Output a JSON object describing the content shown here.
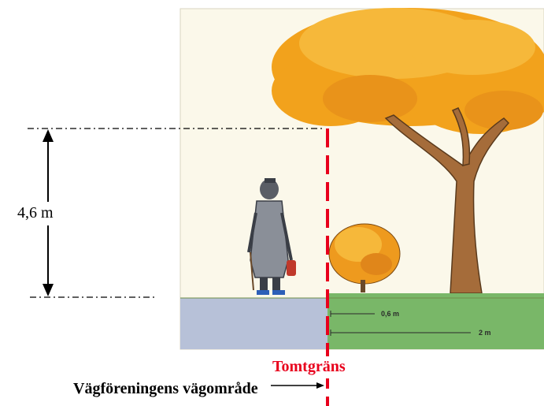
{
  "labels": {
    "height": "4,6 m",
    "boundary": "Tomtgräns",
    "road_area": "Vägföreningens vägområde"
  },
  "illustration": {
    "measure_near": "0,6 m",
    "measure_far": "2 m"
  },
  "colors": {
    "boundary_line": "#e8001c",
    "road": "#b7c1d8",
    "lawn": "#79b768",
    "sky": "#fbf8ea",
    "foliage": "#f2a21c",
    "trunk": "#a56c3a"
  }
}
